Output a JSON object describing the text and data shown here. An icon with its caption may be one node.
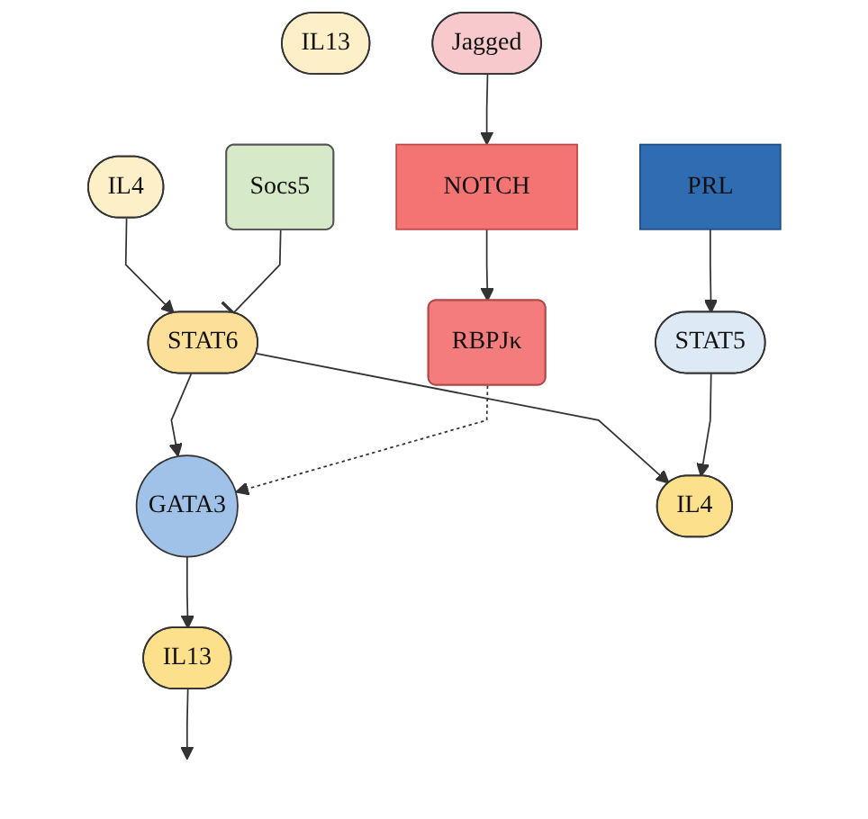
{
  "diagram": {
    "nodes": [
      {
        "text": [
          "IL4"
        ]
      },
      {
        "text": [
          "IL13"
        ]
      },
      {
        "text": [
          "Jagged"
        ]
      },
      {
        "text": [
          "Socs5"
        ]
      },
      {
        "text": [
          "STAT6"
        ]
      },
      {
        "text": [
          "NOTCH"
        ]
      },
      {
        "text": [
          "PRL"
        ]
      },
      {
        "text": [
          "RBPJκ"
        ]
      },
      {
        "text": [
          "STAT5"
        ]
      },
      {
        "text": [
          "GATA3"
        ]
      },
      {
        "text": [
          "IL4"
        ]
      },
      {
        "text": [
          "IL13"
        ]
      }
    ],
    "edges": [
      {
        "from": 0,
        "to": 4,
        "arrow": "to"
      },
      {
        "from": 3,
        "to": 4,
        "arrow": "other"
      },
      {
        "from": 2,
        "to": 5,
        "arrow": "to"
      },
      {
        "from": 5,
        "to": 7,
        "arrow": "to"
      },
      {
        "from": 6,
        "to": 8,
        "arrow": "to"
      },
      {
        "from": 4,
        "to": 9,
        "arrow": "to"
      },
      {
        "from": 7,
        "to": 9,
        "arrow": "to",
        "style": "dashed"
      },
      {
        "from": 4,
        "to": 10,
        "arrow": "to"
      },
      {
        "from": 8,
        "to": 10,
        "arrow": "to"
      },
      {
        "from": 9,
        "to": 11,
        "arrow": "to"
      },
      {
        "from": 11,
        "to": null,
        "arrow": "to"
      }
    ]
  }
}
